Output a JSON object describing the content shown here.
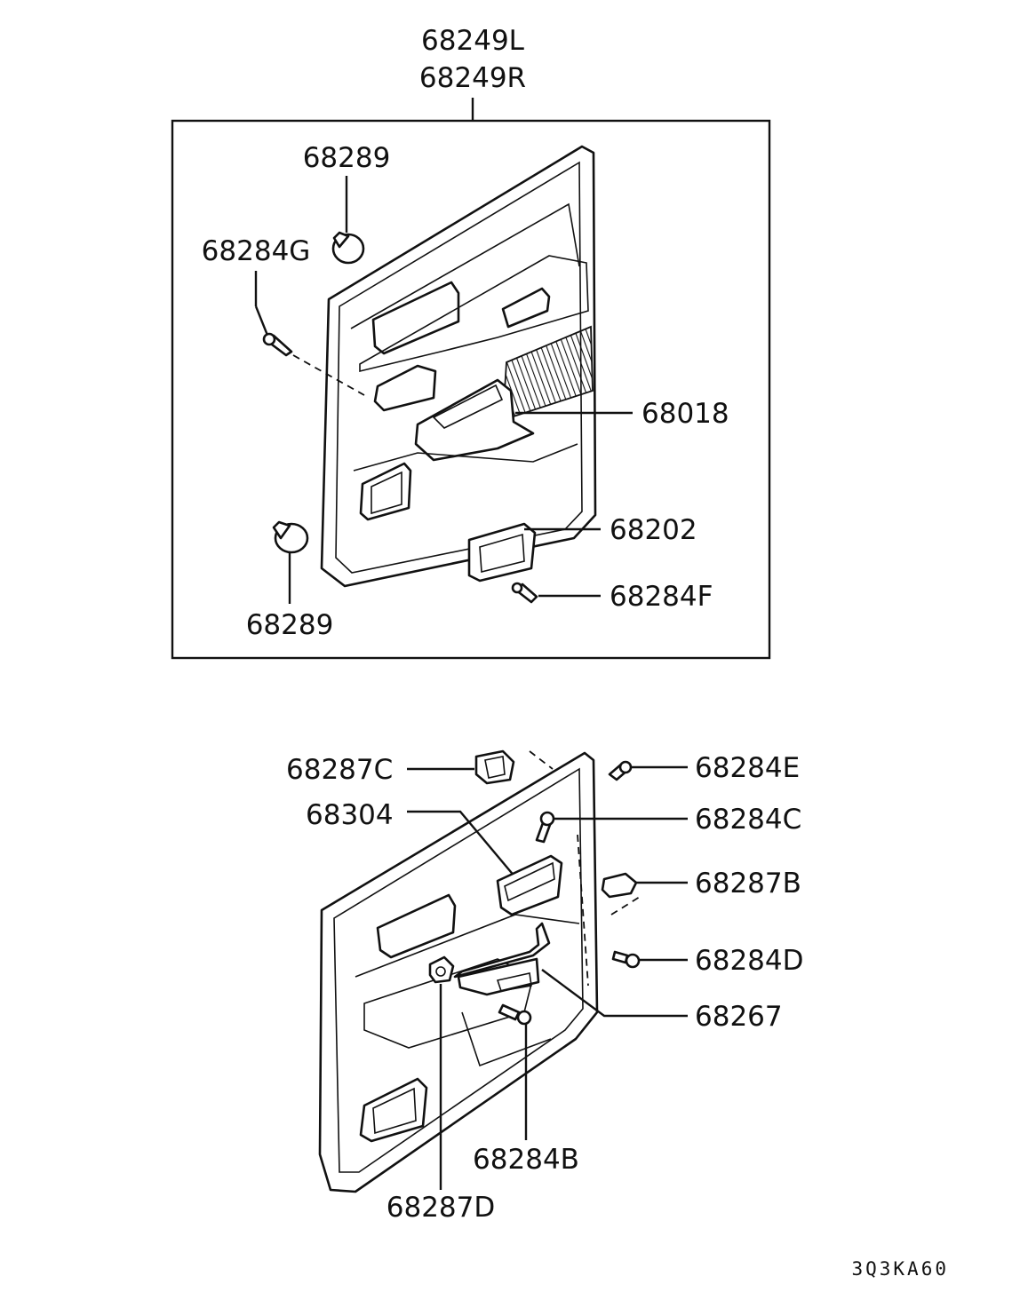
{
  "diagram": {
    "assembly_labels": [
      "68249L",
      "68249R"
    ],
    "upper_callouts": {
      "clip_top": "68289",
      "screw_top": "68284G",
      "armrest": "68018",
      "pocket": "68202",
      "screw_bottom": "68284F",
      "clip_bottom": "68289"
    },
    "lower_callouts": {
      "bracket_top": "68287C",
      "cup": "68304",
      "screw_e": "68284E",
      "screw_c": "68284C",
      "clip_b": "68287B",
      "screw_d": "68284D",
      "handle": "68267",
      "screw_b": "68284B",
      "clip_d": "68287D"
    },
    "drawing_code": "3Q3KA60"
  }
}
